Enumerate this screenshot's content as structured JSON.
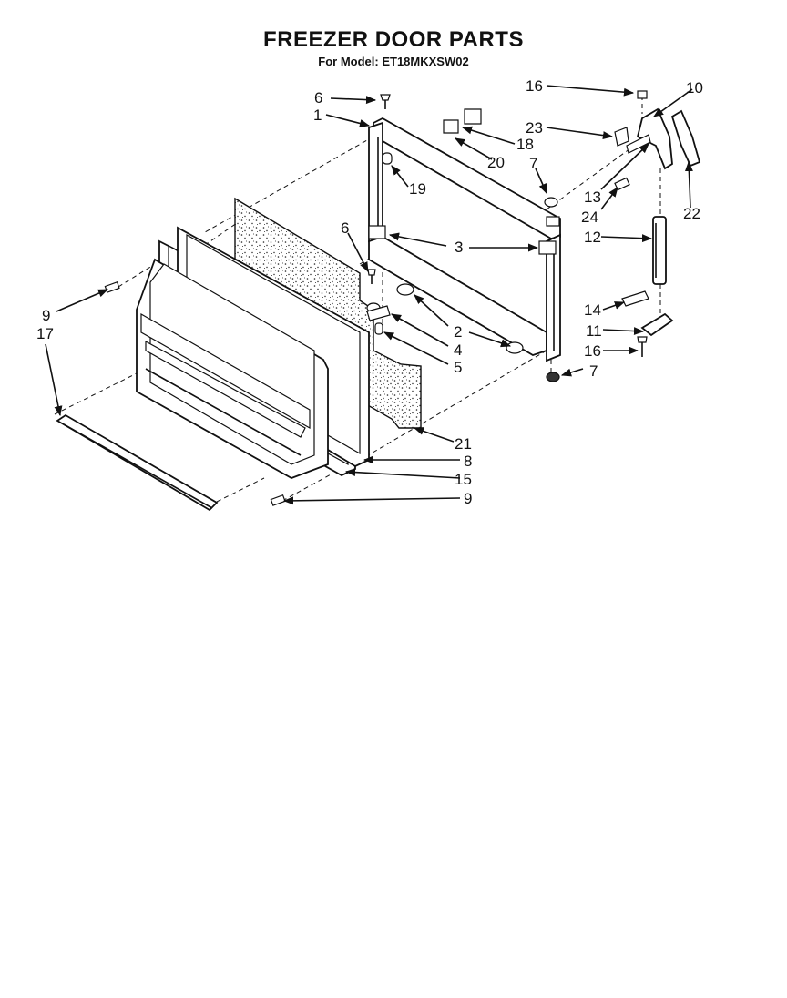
{
  "header": {
    "title": "FREEZER DOOR PARTS",
    "subtitle": "For Model: ET18MKXSW02"
  },
  "callouts": [
    {
      "id": "c1",
      "label": "1"
    },
    {
      "id": "c2",
      "label": "2"
    },
    {
      "id": "c3",
      "label": "3"
    },
    {
      "id": "c4",
      "label": "4"
    },
    {
      "id": "c5",
      "label": "5"
    },
    {
      "id": "c6a",
      "label": "6"
    },
    {
      "id": "c6b",
      "label": "6"
    },
    {
      "id": "c7a",
      "label": "7"
    },
    {
      "id": "c7b",
      "label": "7"
    },
    {
      "id": "c8",
      "label": "8"
    },
    {
      "id": "c9a",
      "label": "9"
    },
    {
      "id": "c9b",
      "label": "9"
    },
    {
      "id": "c10",
      "label": "10"
    },
    {
      "id": "c11",
      "label": "11"
    },
    {
      "id": "c12",
      "label": "12"
    },
    {
      "id": "c13",
      "label": "13"
    },
    {
      "id": "c14",
      "label": "14"
    },
    {
      "id": "c15",
      "label": "15"
    },
    {
      "id": "c16a",
      "label": "16"
    },
    {
      "id": "c16b",
      "label": "16"
    },
    {
      "id": "c17",
      "label": "17"
    },
    {
      "id": "c18",
      "label": "18"
    },
    {
      "id": "c19",
      "label": "19"
    },
    {
      "id": "c20",
      "label": "20"
    },
    {
      "id": "c21",
      "label": "21"
    },
    {
      "id": "c22",
      "label": "22"
    },
    {
      "id": "c23",
      "label": "23"
    },
    {
      "id": "c24",
      "label": "24"
    }
  ]
}
